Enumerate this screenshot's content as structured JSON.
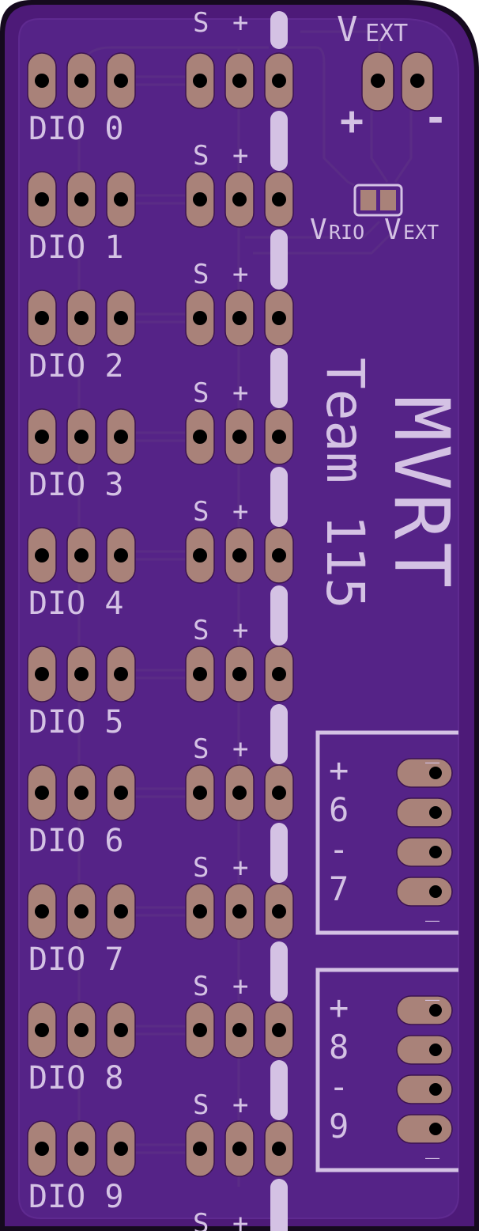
{
  "board": {
    "colors": {
      "board_edge": "#150a1e",
      "board_fill": "#4d1a78",
      "board_inner": "#552387",
      "pad": "#a98279",
      "silkscreen": "#d4c2e4",
      "trace": "#5a2c86",
      "drill": "#000000"
    },
    "header_labels": {
      "signal": "S",
      "power": "+"
    },
    "dio_channels": [
      {
        "label": "DIO 0"
      },
      {
        "label": "DIO 1"
      },
      {
        "label": "DIO 2"
      },
      {
        "label": "DIO 3"
      },
      {
        "label": "DIO 4"
      },
      {
        "label": "DIO 5"
      },
      {
        "label": "DIO 6"
      },
      {
        "label": "DIO 7"
      },
      {
        "label": "DIO 8"
      },
      {
        "label": "DIO 9"
      }
    ],
    "power_input": {
      "v": "V",
      "ext": "EXT",
      "plus": "+",
      "minus": "-"
    },
    "jumper": {
      "v_left": "V",
      "rio": "RIO",
      "v_right": "V",
      "ext": "EXT"
    },
    "team": {
      "name": "MVRT",
      "number": "Team 115"
    },
    "connectors": [
      {
        "labels": [
          "+",
          "6",
          "-",
          "7"
        ],
        "marker": "_"
      },
      {
        "labels": [
          "+",
          "8",
          "-",
          "9"
        ],
        "marker": "_"
      }
    ]
  }
}
